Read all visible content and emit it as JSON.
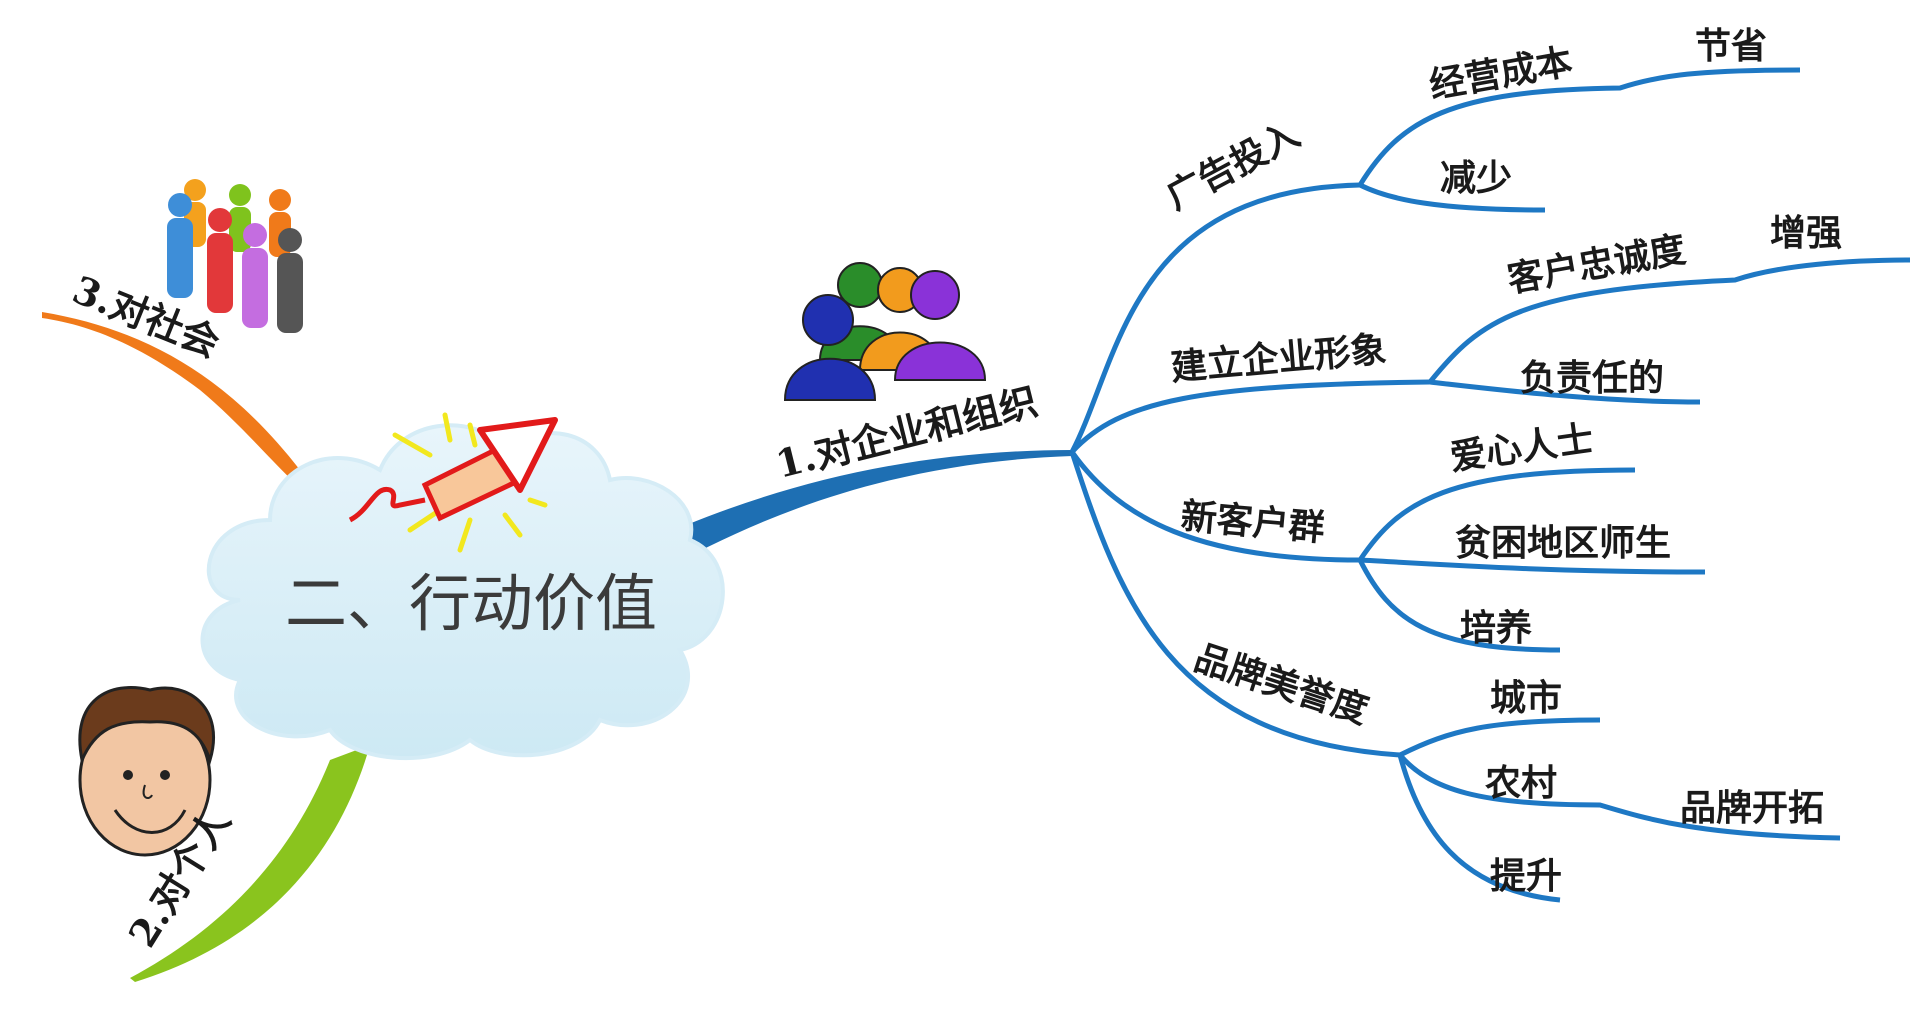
{
  "center": {
    "title": "二、行动价值"
  },
  "branches": {
    "enterprise": {
      "label": "1.对企业和组织",
      "color": "#1e6fb3",
      "children": [
        {
          "label": "广告投入",
          "children": [
            {
              "label": "经营成本",
              "children": [
                {
                  "label": "节省"
                }
              ]
            },
            {
              "label": "减少"
            }
          ]
        },
        {
          "label": "建立企业形象",
          "children": [
            {
              "label": "客户忠诚度",
              "children": [
                {
                  "label": "增强"
                }
              ]
            },
            {
              "label": "负责任的"
            }
          ]
        },
        {
          "label": "新客户群",
          "children": [
            {
              "label": "爱心人士"
            },
            {
              "label": "贫困地区师生"
            },
            {
              "label": "培养"
            }
          ]
        },
        {
          "label": "品牌美誉度",
          "children": [
            {
              "label": "城市"
            },
            {
              "label": "农村",
              "children": [
                {
                  "label": "品牌开拓"
                }
              ]
            },
            {
              "label": "提升"
            }
          ]
        }
      ]
    },
    "personal": {
      "label": "2.对个人",
      "color": "#8ac41e"
    },
    "society": {
      "label": "3.对社会",
      "color": "#f07a1a"
    }
  },
  "icons": [
    "people-group-icon",
    "crowd-icon",
    "smiley-face-icon",
    "arrow-sparkle-icon",
    "cloud-icon"
  ]
}
